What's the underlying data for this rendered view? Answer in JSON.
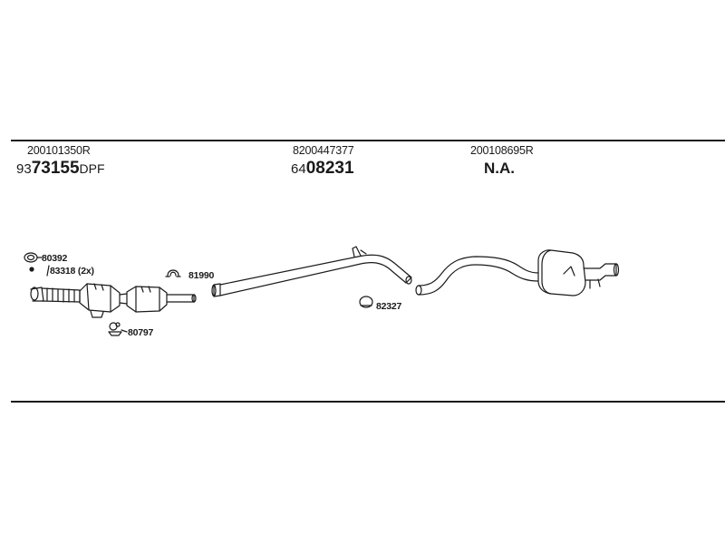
{
  "header": {
    "groups": [
      {
        "oem": "200101350R",
        "part_prefix": "93",
        "part_main": "73155",
        "part_suffix": "DPF"
      },
      {
        "oem": "8200447377",
        "part_prefix": "64",
        "part_main": "08231",
        "part_suffix": ""
      },
      {
        "oem": "200108695R",
        "part_prefix": "",
        "part_main": "N.A.",
        "part_suffix": ""
      }
    ]
  },
  "callouts": {
    "gasket": "80392",
    "bolts": "83318 (2x)",
    "clamp_front": "81990",
    "mounting_kit": "80797",
    "clamp_mid": "82327"
  },
  "icons": {
    "gasket": "gasket-icon",
    "bolt": "bolt-icon",
    "clamp": "clamp-icon",
    "mount": "mount-kit-icon"
  }
}
